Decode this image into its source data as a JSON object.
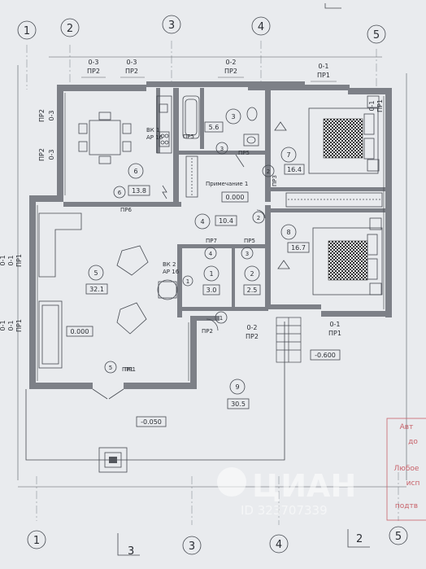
{
  "axes_top": [
    "1",
    "2",
    "3",
    "4",
    "5"
  ],
  "axes_bottom": [
    "1",
    "3",
    "4",
    "5"
  ],
  "axes_left": [
    "0-1",
    "0-1"
  ],
  "top_marks": [
    {
      "code": "0-3",
      "sub": "ПР2"
    },
    {
      "code": "0-3",
      "sub": "ПР2"
    },
    {
      "code": "0-2",
      "sub": "ПР2"
    },
    {
      "code": "0-1",
      "sub": "ПР1"
    }
  ],
  "left_marks": [
    {
      "code": "0-3",
      "sub": "ПР2"
    },
    {
      "code": "0-3",
      "sub": "ПР2"
    },
    {
      "code": "0-1",
      "sub": "ПР1"
    },
    {
      "code": "0-1",
      "sub": "ПР1"
    }
  ],
  "right_marks": [
    {
      "code": "0-1",
      "sub": "ПР1"
    }
  ],
  "bottom_marks": [
    {
      "code": "0-2",
      "sub": "ПР2"
    },
    {
      "code": "0-1",
      "sub": "ПР1"
    }
  ],
  "section_marks": [
    "3",
    "2"
  ],
  "rooms": [
    {
      "num": "6",
      "area": "13.8"
    },
    {
      "num": "3",
      "area": "5.6"
    },
    {
      "num": "7",
      "area": "16.4"
    },
    {
      "num": "4",
      "area": "10.4"
    },
    {
      "num": "8",
      "area": "16.7"
    },
    {
      "num": "5",
      "area": "32.1"
    },
    {
      "num": "1",
      "area": "3.0"
    },
    {
      "num": "2",
      "area": "2.5"
    },
    {
      "num": "9",
      "area": "30.5"
    }
  ],
  "door_labels": [
    "ПР6",
    "ПР5",
    "ПР5",
    "ПР7",
    "ПР5",
    "ПР3",
    "ПР2",
    "ПР1"
  ],
  "extra_circles": [
    "3",
    "6",
    "2",
    "2",
    "4",
    "3",
    "1",
    "5",
    "1"
  ],
  "risers": [
    {
      "name": "ВК 1",
      "code": "АР 16"
    },
    {
      "name": "ВК 2",
      "code": "АР 16"
    }
  ],
  "note": "Примечание 1",
  "levels": [
    "0.000",
    "0.000",
    "-0.600",
    "-0.050"
  ],
  "level_label": "ПР1",
  "stamp_lines": [
    "Авт",
    "до",
    "Любое",
    "исп",
    "подтв"
  ],
  "watermark": {
    "brand": "ЦИАН",
    "id": "ID 323707339"
  },
  "colors": {
    "paper": "#e9ebee",
    "ink": "#2a2d33",
    "wall": "#7d8087",
    "stamp": "#c8626a"
  }
}
